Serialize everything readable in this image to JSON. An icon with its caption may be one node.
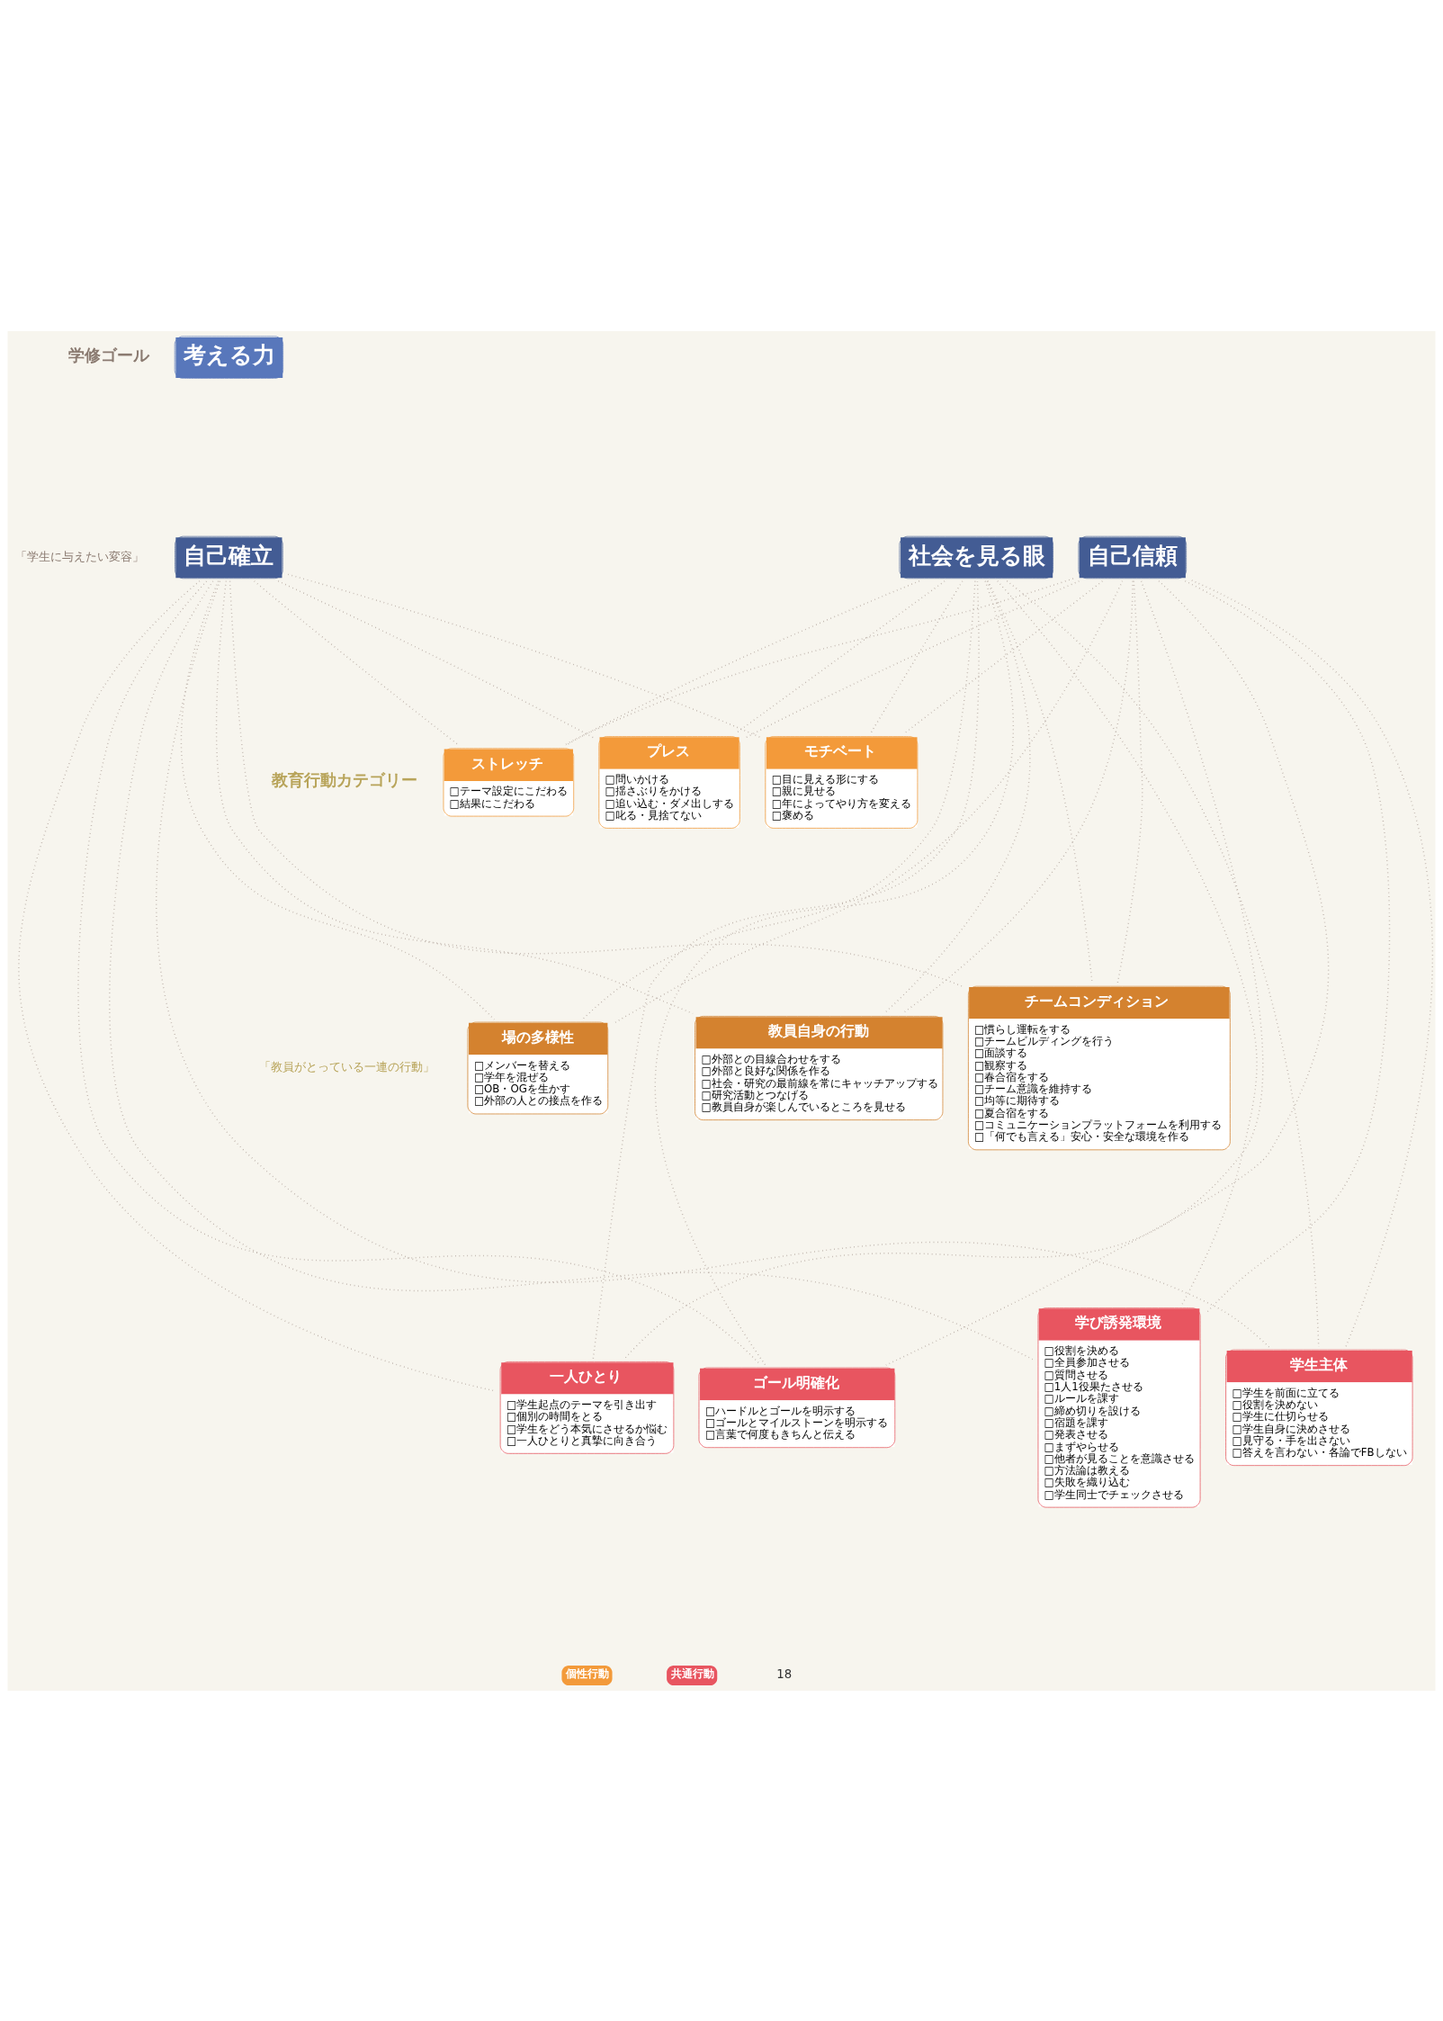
{
  "diagram": {
    "nodes": [
      {
        "text": [
          "考える力"
        ]
      },
      {
        "text": [
          "自己確立"
        ]
      },
      {
        "text": [
          "社会を見る眼"
        ]
      },
      {
        "text": [
          "自己信頼"
        ]
      },
      {
        "text": [
          "ストレッチ",
          "□テーマ設定にこだわる",
          "□結果にこだわる"
        ]
      },
      {
        "text": [
          "プレス",
          "□問いかける",
          "□揺さぶりをかける",
          "□追い込む・ダメ出しする",
          "□叱る・見捨てない"
        ]
      },
      {
        "text": [
          "モチベート",
          "□目に見える形にする",
          "□親に見せる",
          "□年によってやり方を変える",
          "□褒める"
        ]
      },
      {
        "text": [
          "場の多様性",
          "□メンバーを替える",
          "□学年を混ぜる",
          "□OB・OGを生かす",
          "□外部の人との接点を作る"
        ]
      },
      {
        "text": [
          "教員自身の行動",
          "□外部との目線合わせをする",
          "□外部と良好な関係を作る",
          "□社会・研究の最前線を常にキャッチアップする",
          "□研究活動とつなげる",
          "□教員自身が楽しんでいるところを見せる"
        ]
      },
      {
        "text": [
          "チームコンディション",
          "□慣らし運転をする",
          "□チームビルディングを行う",
          "□面談する",
          "□観察する",
          "□春合宿をする",
          "□チーム意識を維持する",
          "□均等に期待する",
          "□夏合宿をする",
          "□コミュニケーションプラットフォームを利用する",
          "□「何でも言える」安心・安全な環境を作る"
        ]
      },
      {
        "text": [
          "一人ひとり",
          "□学生起点のテーマを引き出す",
          "□個別の時間をとる",
          "□学生をどう本気にさせるか悩む",
          "□一人ひとりと真摯に向き合う"
        ]
      },
      {
        "text": [
          "ゴール明確化",
          "□ハードルとゴールを明示する",
          "□ゴールとマイルストーンを明示する",
          "□言葉で何度もきちんと伝える"
        ]
      },
      {
        "text": [
          "学び誘発環境",
          "□役割を決める",
          "□全員参加させる",
          "□質問させる",
          "□1人1役果たさせる",
          "□ルールを課す",
          "□締め切りを設ける",
          "□宿題を課す",
          "□発表させる",
          "□まずやらせる",
          "□他者が見ることを意識させる",
          "□方法論は教える",
          "□失敗を織り込む",
          "□学生同士でチェックさせる"
        ]
      },
      {
        "text": [
          "学生主体",
          "□学生を前面に立てる",
          "□役割を決めない",
          "□学生に仕切らせる",
          "□学生自身に決めさせる",
          "□見守る・手を出さない",
          "□答えを言わない・各論でFBしない"
        ]
      }
    ],
    "edges": [
      {
        "from": 1,
        "to": 4,
        "arrow": "none"
      },
      {
        "from": 1,
        "to": 5,
        "arrow": "none"
      },
      {
        "from": 1,
        "to": 6,
        "arrow": "none"
      },
      {
        "from": 1,
        "to": 7,
        "arrow": "none"
      },
      {
        "from": 1,
        "to": 8,
        "arrow": "none"
      },
      {
        "from": 1,
        "to": 9,
        "arrow": "none"
      },
      {
        "from": 1,
        "to": 10,
        "arrow": "none"
      },
      {
        "from": 1,
        "to": 11,
        "arrow": "none"
      },
      {
        "from": 1,
        "to": 12,
        "arrow": "none"
      },
      {
        "from": 1,
        "to": 13,
        "arrow": "none"
      },
      {
        "from": 2,
        "to": 4,
        "arrow": "none"
      },
      {
        "from": 2,
        "to": 5,
        "arrow": "none"
      },
      {
        "from": 2,
        "to": 6,
        "arrow": "none"
      },
      {
        "from": 2,
        "to": 7,
        "arrow": "none"
      },
      {
        "from": 2,
        "to": 8,
        "arrow": "none"
      },
      {
        "from": 2,
        "to": 9,
        "arrow": "none"
      },
      {
        "from": 2,
        "to": 10,
        "arrow": "none"
      },
      {
        "from": 2,
        "to": 11,
        "arrow": "none"
      },
      {
        "from": 2,
        "to": 12,
        "arrow": "none"
      },
      {
        "from": 2,
        "to": 13,
        "arrow": "none"
      },
      {
        "from": 3,
        "to": 4,
        "arrow": "none"
      },
      {
        "from": 3,
        "to": 5,
        "arrow": "none"
      },
      {
        "from": 3,
        "to": 6,
        "arrow": "none"
      },
      {
        "from": 3,
        "to": 7,
        "arrow": "none"
      },
      {
        "from": 3,
        "to": 8,
        "arrow": "none"
      },
      {
        "from": 3,
        "to": 9,
        "arrow": "none"
      },
      {
        "from": 3,
        "to": 10,
        "arrow": "none"
      },
      {
        "from": 3,
        "to": 11,
        "arrow": "none"
      },
      {
        "from": 3,
        "to": 12,
        "arrow": "none"
      },
      {
        "from": 3,
        "to": 13,
        "arrow": "none"
      }
    ],
    "labels": [
      "学修ゴール",
      "「学生に与えたい変容」",
      "教育行動カテゴリー",
      "「教員がとっている一連の行動」",
      "18"
    ],
    "legend": [
      {
        "text": "個性行動",
        "color": "#f39a3a"
      },
      {
        "text": "共通行動",
        "color": "#e85560"
      }
    ]
  }
}
